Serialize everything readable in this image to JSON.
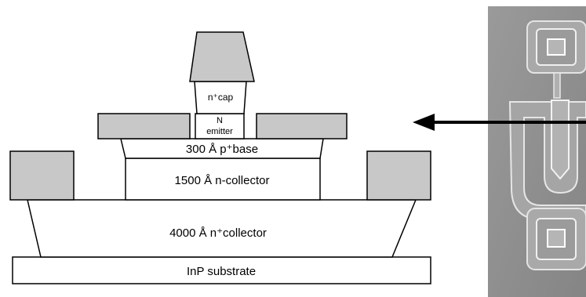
{
  "labels": {
    "substrate": "InP substrate",
    "subcollector": "4000 Å n⁺collector",
    "collector": "1500 Å n-collector",
    "base": "300 Å p⁺base",
    "emitter_line1": "N",
    "emitter_line2": "emitter",
    "cap": "n⁺cap"
  },
  "colors": {
    "metal_contact": "#c8c8c8",
    "layer_fill": "#ffffff",
    "outline": "#000000",
    "sem_background": "#8f8f8f"
  }
}
